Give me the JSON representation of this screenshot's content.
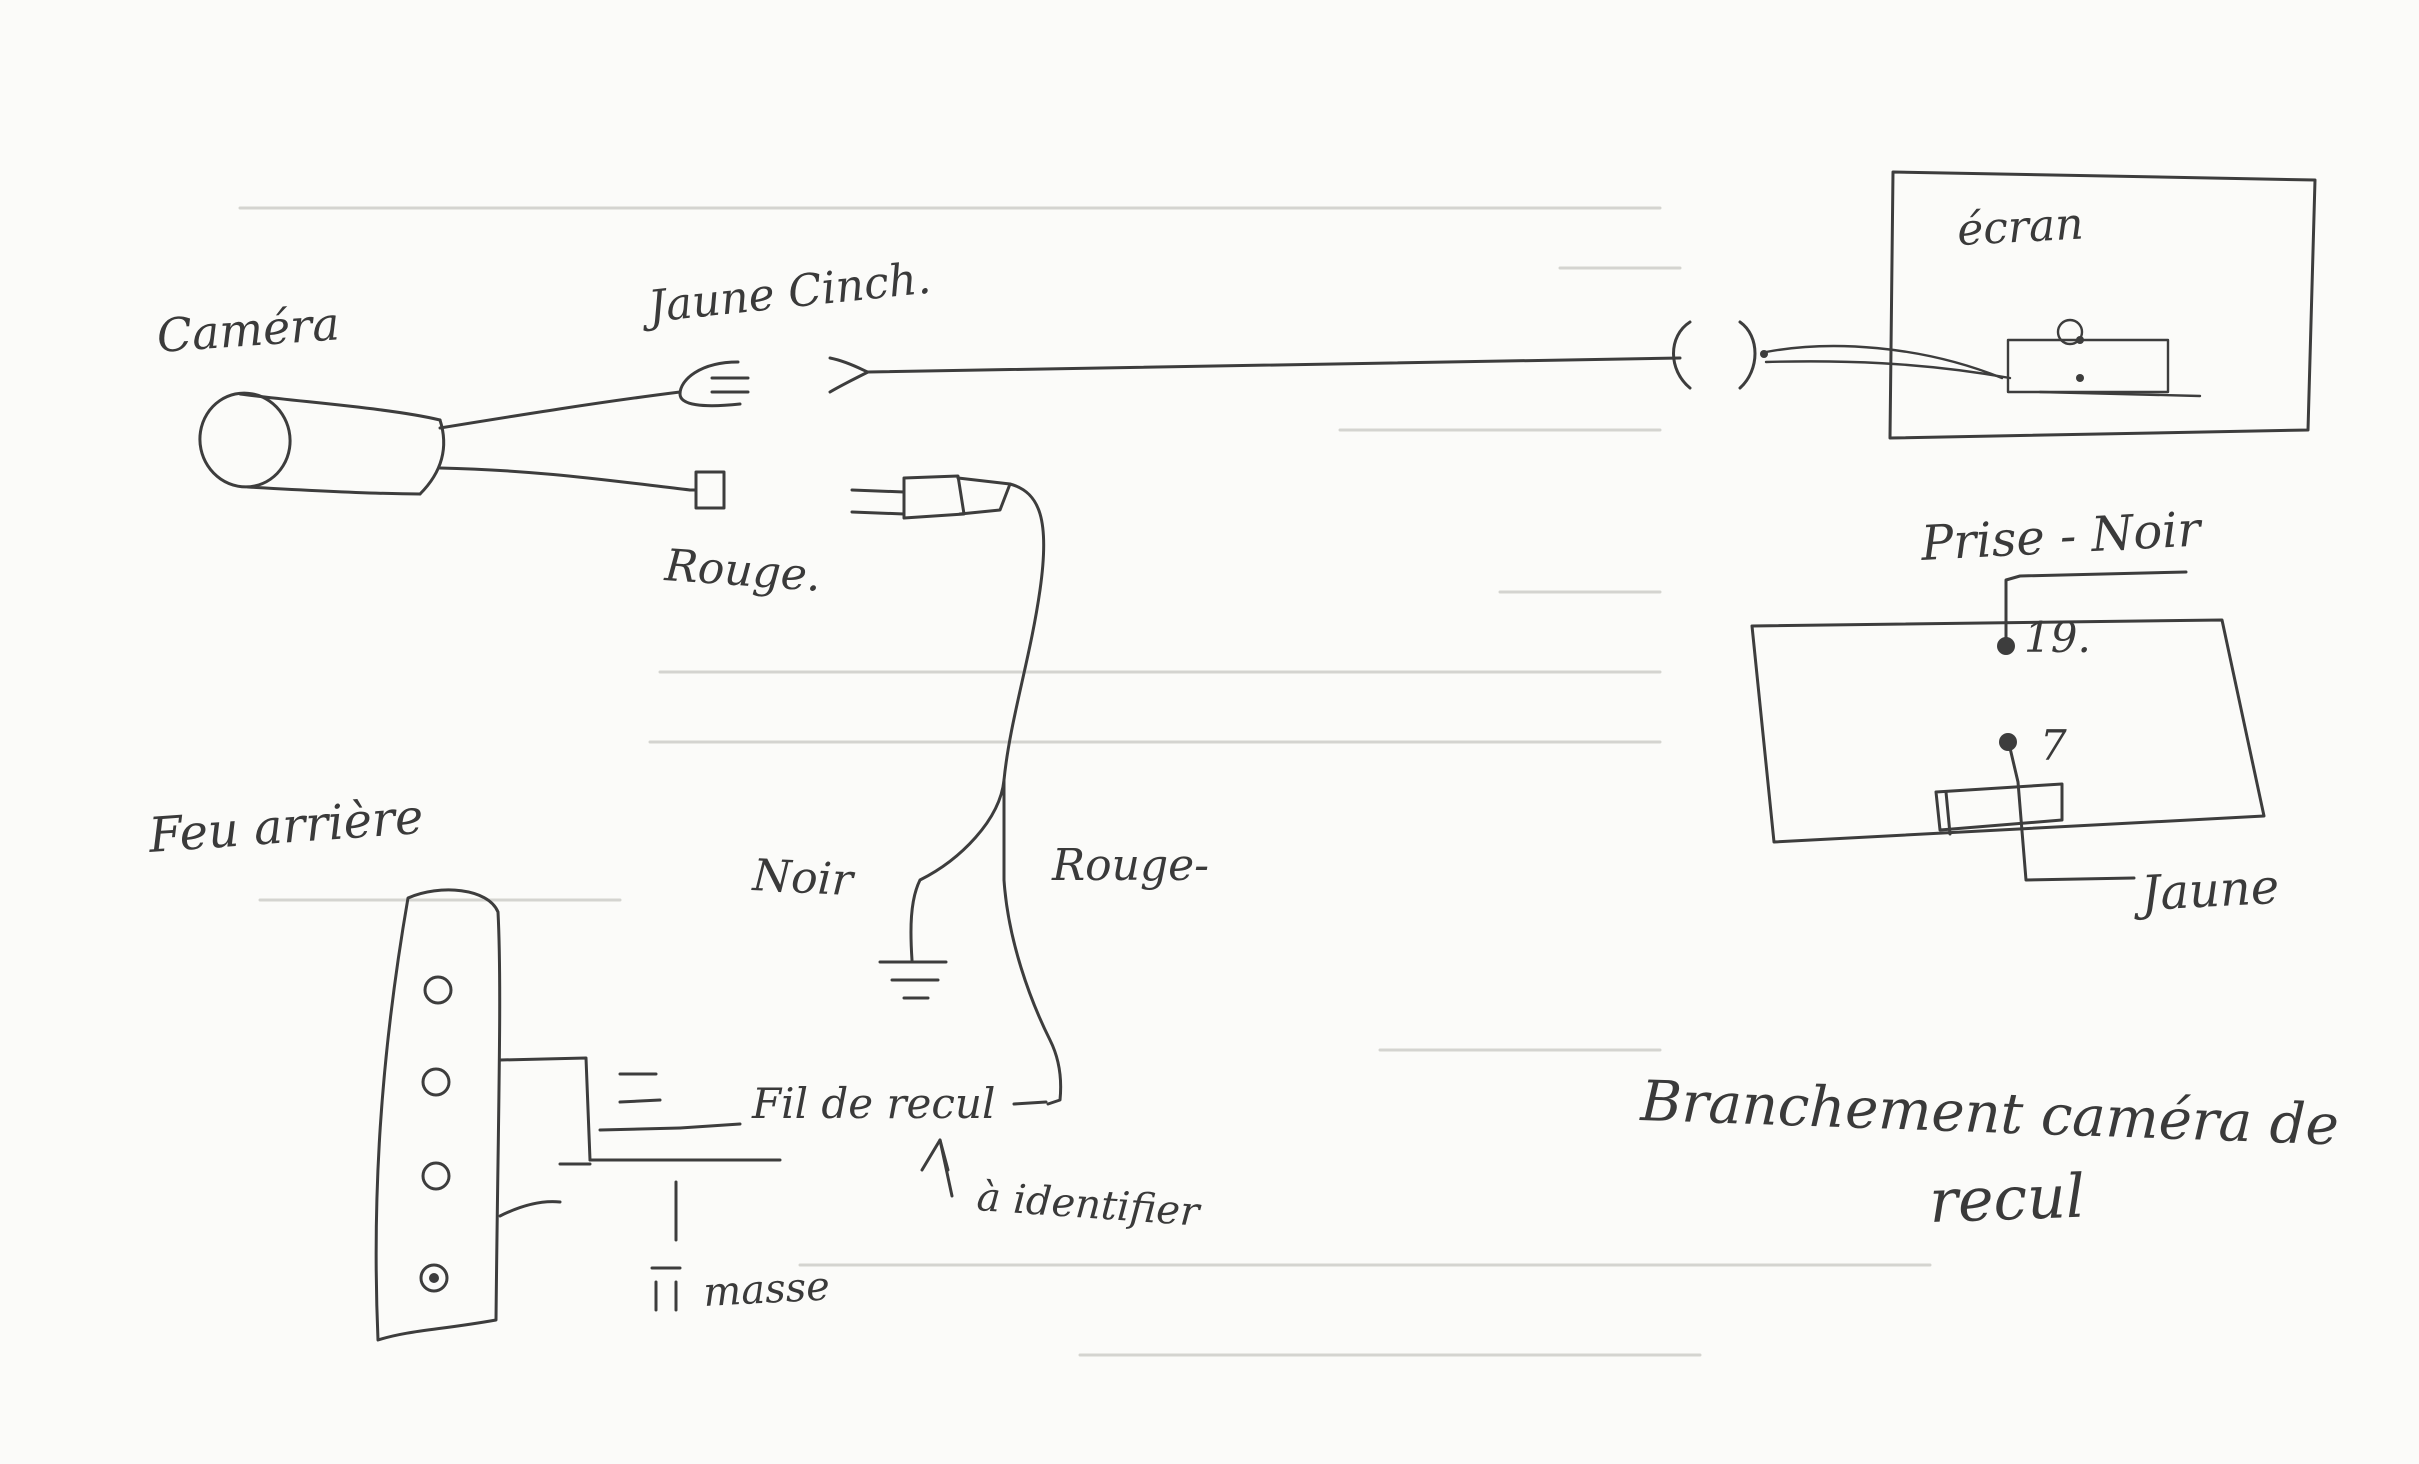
{
  "diagram": {
    "labels": {
      "camera": "Caméra",
      "jaune_cinch": "Jaune Cinch.",
      "ecran": "écran",
      "rouge_top": "Rouge.",
      "prise_noir": "Prise - Noir",
      "pin_19": "19.",
      "pin_7": "7",
      "jaune": "Jaune",
      "feu_arriere": "Feu arrière",
      "noir": "Noir",
      "rouge_mid": "Rouge-",
      "fil_de_recul": "Fil de recul",
      "a_identifier": "à identifier",
      "masse": "masse",
      "title_line1": "Branchement caméra de",
      "title_line2": "recul"
    }
  }
}
